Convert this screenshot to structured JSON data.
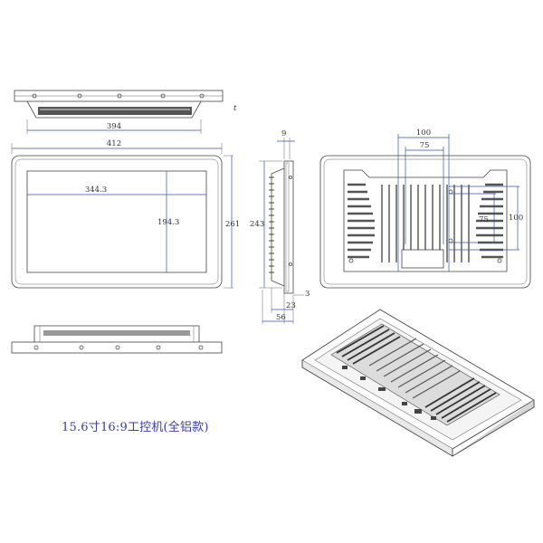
{
  "dims": {
    "top_width": "394",
    "top_side_mark": "t",
    "front_width": "412",
    "screen_width": "344.3",
    "screen_height": "194.3",
    "front_height": "261",
    "side_depth_top": "9",
    "side_height": "243",
    "side_small_3": "3",
    "side_23": "23",
    "side_56": "56",
    "back_h100": "100",
    "back_h75": "75",
    "back_v75": "75",
    "back_v100": "100"
  },
  "caption": "15.6寸16:9工控机(全铝款)",
  "colors": {
    "caption": "#3b3fa0",
    "dimension_line": "#3b4fb0",
    "line": "#444444"
  }
}
